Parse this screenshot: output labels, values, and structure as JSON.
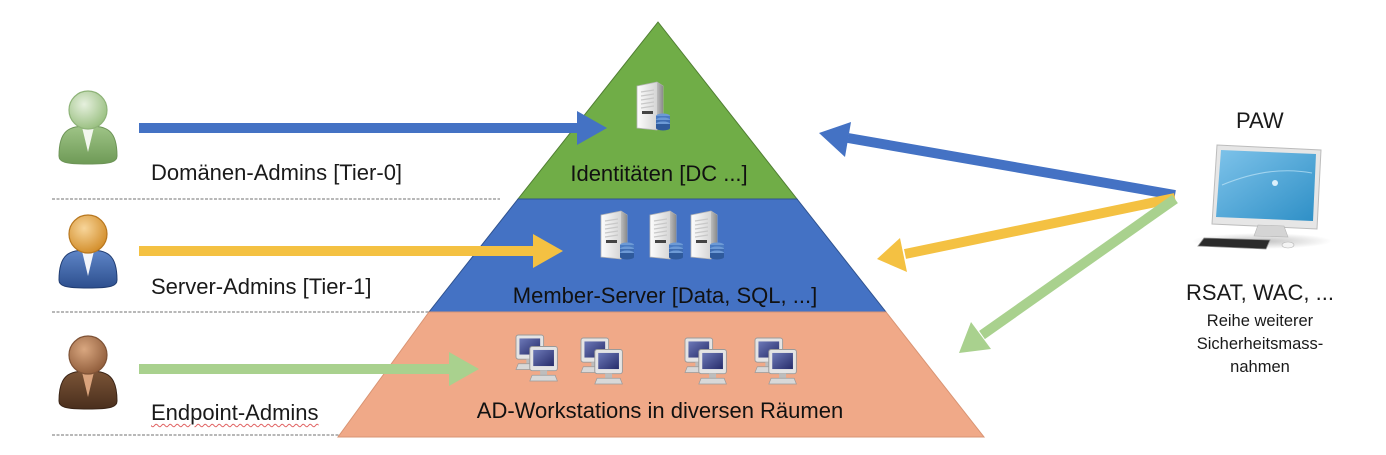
{
  "colors": {
    "tier0": "#70ad47",
    "tier1": "#4472c4",
    "tier2": "#f4b183",
    "arrow_tier0": "#4472c4",
    "arrow_tier1": "#f4c142",
    "arrow_tier2": "#a9d18e",
    "divider": "#9a9a9a"
  },
  "admins": [
    {
      "label": "Domänen-Admins [Tier-0]",
      "avatar_color": "green",
      "arrow_color": "blue"
    },
    {
      "label": "Server-Admins [Tier-1]",
      "avatar_color": "blue-orange",
      "arrow_color": "yellow"
    },
    {
      "label": "Endpoint-Admins",
      "avatar_color": "brown",
      "arrow_color": "green"
    }
  ],
  "pyramid": {
    "tiers": [
      {
        "label": "Identitäten [DC ...]",
        "icon": "server-icon",
        "icon_count": 1
      },
      {
        "label": "Member-Server [Data, SQL, ...]",
        "icon": "server-icon",
        "icon_count": 3
      },
      {
        "label": "AD-Workstations in diversen Räumen",
        "icon": "workstation-group-icon",
        "icon_count": 4
      }
    ]
  },
  "paw": {
    "title": "PAW",
    "icon": "desktop-computer-icon",
    "tools": "RSAT, WAC, ...",
    "note_lines": [
      "Reihe weiterer",
      "Sicherheitsmass-",
      "nahmen"
    ]
  }
}
